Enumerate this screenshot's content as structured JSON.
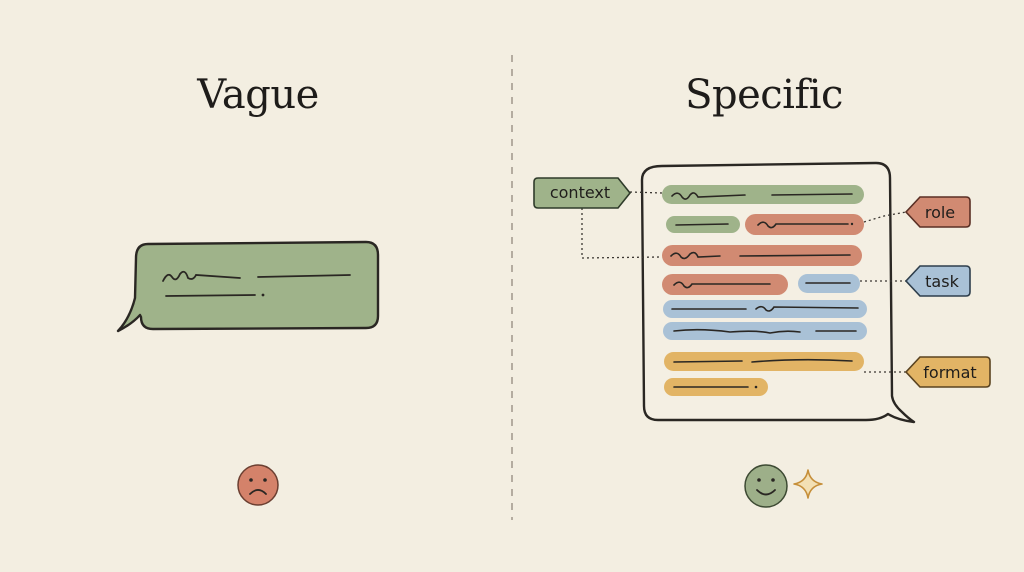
{
  "headings": {
    "left": "Vague",
    "right": "Specific"
  },
  "tags": {
    "context": "context",
    "role": "role",
    "task": "task",
    "format": "format"
  },
  "colors": {
    "background": "#f3eee1",
    "context": "#9fb38a",
    "role": "#d18a72",
    "task": "#a9c1d6",
    "format": "#e2b465",
    "sad_face": "#d4826a",
    "happy_face": "#9daf89",
    "sparkle": "#e0b26a"
  },
  "icons": {
    "sad": "sad-face-icon",
    "happy": "happy-face-icon",
    "sparkle": "sparkle-icon"
  }
}
